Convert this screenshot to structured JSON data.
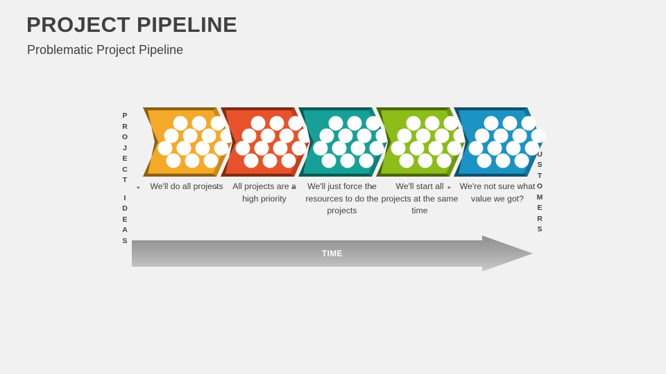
{
  "header": {
    "title": "PROJECT PIPELINE",
    "subtitle": "Problematic Project Pipeline"
  },
  "side_labels": {
    "left": "PROJECT IDEAS",
    "right": "CUSTOMERS"
  },
  "timeline": {
    "label": "TIME",
    "gradient_from": "#8c8c8c",
    "gradient_to": "#c4c4c4"
  },
  "colors": {
    "background": "#f1f1f1",
    "text": "#3f3f3f",
    "title": "#404040",
    "bullet": "#7a7a7a",
    "dot": "#ffffff"
  },
  "chart_data": {
    "type": "diagram",
    "title": "Problematic Project Pipeline",
    "note": "Five-stage chevron pipeline, each stage holds 14 project tokens (white dots)",
    "stages": [
      {
        "index": 1,
        "caption": "We'll do all projects",
        "fill": "#f5a929",
        "shade": "#8a6012",
        "dark": "#c98a1c",
        "dots": 14
      },
      {
        "index": 2,
        "caption": "All projects are a high priority",
        "fill": "#e8522a",
        "shade": "#7e2b12",
        "dark": "#bd3f1f",
        "dots": 14
      },
      {
        "index": 3,
        "caption": "We'll just force the resources to do the projects",
        "fill": "#17a098",
        "shade": "#0c5a55",
        "dark": "#10807a",
        "dots": 14
      },
      {
        "index": 4,
        "caption": "We'll start all projects at the same time",
        "fill": "#8cbd18",
        "shade": "#4b6609",
        "dark": "#6f9712",
        "dots": 14
      },
      {
        "index": 5,
        "caption": "We're not sure what value we got?",
        "fill": "#1b93c4",
        "shade": "#0d516e",
        "dark": "#14749c",
        "dots": 14
      }
    ]
  }
}
